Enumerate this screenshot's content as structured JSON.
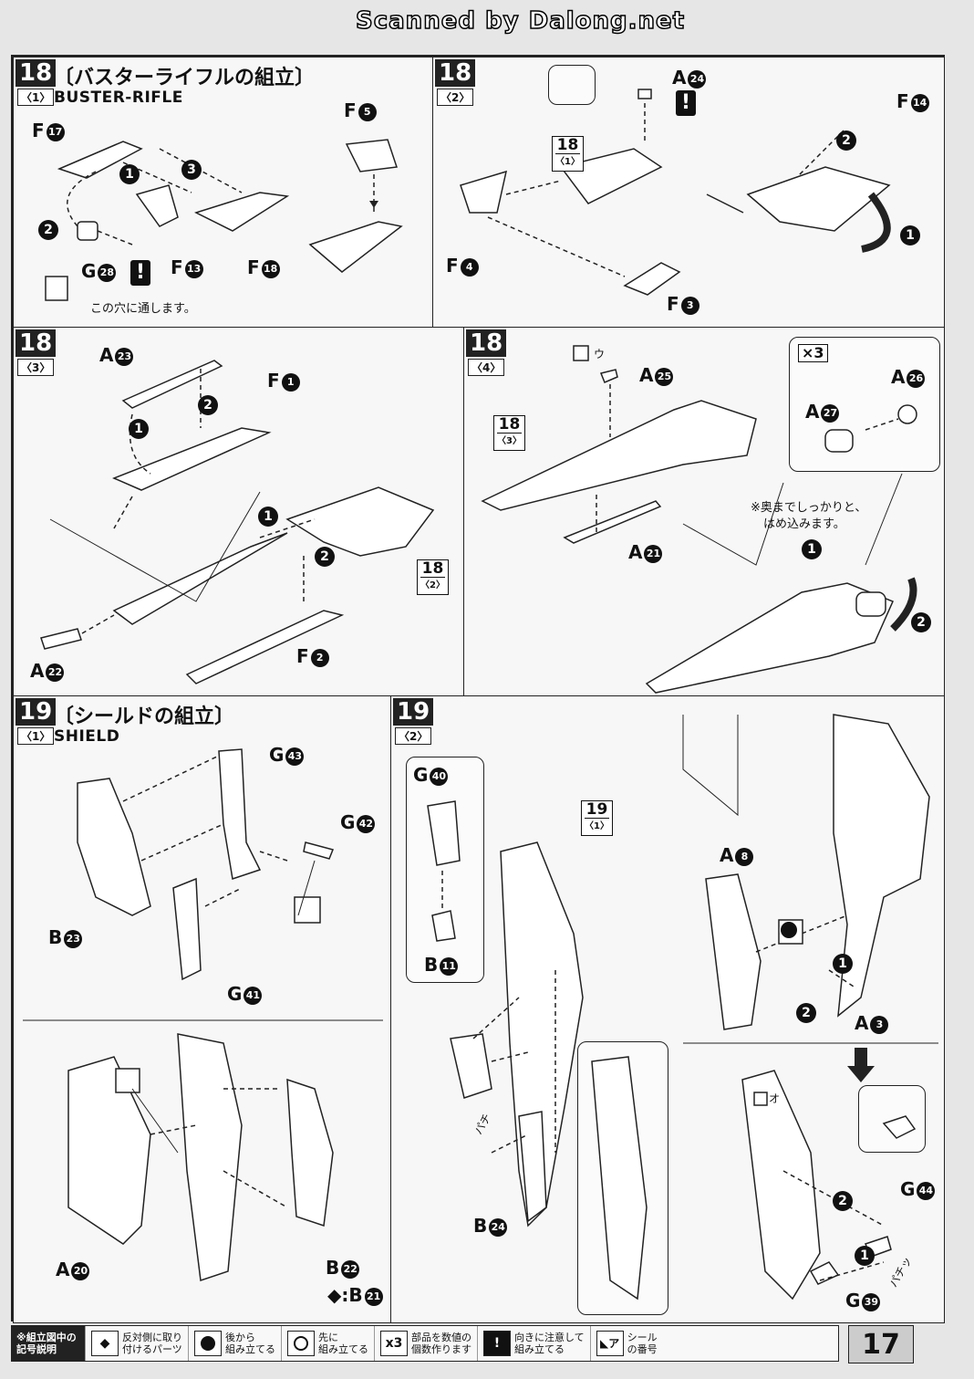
{
  "watermark": "Scanned by Dalong.net",
  "page_number": "17",
  "step18_1": {
    "step": "18",
    "sub": "〈1〉",
    "title_jp": "〔バスターライフルの組立〕",
    "title_en": "BUSTER-RIFLE",
    "labels": [
      {
        "part": "F",
        "num": "17"
      },
      {
        "part": "F",
        "num": "5"
      },
      {
        "part": "G",
        "num": "28"
      },
      {
        "part": "F",
        "num": "13"
      },
      {
        "part": "F",
        "num": "18"
      }
    ],
    "note": "この穴に通します。"
  },
  "step18_2": {
    "step": "18",
    "sub": "〈2〉",
    "labels": [
      {
        "part": "A",
        "num": "24"
      },
      {
        "part": "F",
        "num": "14"
      },
      {
        "part": "F",
        "num": "4"
      },
      {
        "part": "F",
        "num": "3"
      }
    ],
    "ref": {
      "step": "18",
      "sub": "〈1〉"
    }
  },
  "step18_3": {
    "step": "18",
    "sub": "〈3〉",
    "labels": [
      {
        "part": "A",
        "num": "23"
      },
      {
        "part": "F",
        "num": "1"
      },
      {
        "part": "A",
        "num": "22"
      },
      {
        "part": "F",
        "num": "2"
      }
    ],
    "ref": {
      "step": "18",
      "sub": "〈2〉"
    }
  },
  "step18_4": {
    "step": "18",
    "sub": "〈4〉",
    "labels": [
      {
        "part": "A",
        "num": "25"
      },
      {
        "part": "A",
        "num": "21"
      },
      {
        "part": "A",
        "num": "26"
      },
      {
        "part": "A",
        "num": "27"
      }
    ],
    "sticker": "ウ",
    "multiplier": "×3",
    "note_line1": "※奥までしっかりと、",
    "note_line2": "はめ込みます。",
    "ref": {
      "step": "18",
      "sub": "〈3〉"
    }
  },
  "step19_1": {
    "step": "19",
    "sub": "〈1〉",
    "title_jp": "〔シールドの組立〕",
    "title_en": "SHIELD",
    "labels": [
      {
        "part": "G",
        "num": "43"
      },
      {
        "part": "G",
        "num": "42"
      },
      {
        "part": "B",
        "num": "23"
      },
      {
        "part": "G",
        "num": "41"
      },
      {
        "part": "A",
        "num": "20"
      },
      {
        "part": "B",
        "num": "22"
      },
      {
        "part": "B",
        "num": "21"
      }
    ]
  },
  "step19_2": {
    "step": "19",
    "sub": "〈2〉",
    "labels": [
      {
        "part": "G",
        "num": "40"
      },
      {
        "part": "B",
        "num": "11"
      },
      {
        "part": "B",
        "num": "24"
      },
      {
        "part": "A",
        "num": "8"
      },
      {
        "part": "A",
        "num": "3"
      },
      {
        "part": "G",
        "num": "44"
      },
      {
        "part": "G",
        "num": "39"
      }
    ],
    "sticker": "オ",
    "sound1": "パチ",
    "sound2": "パチッ",
    "ref": {
      "step": "19",
      "sub": "〈1〉"
    }
  },
  "legend": {
    "head_line1": "※組立図中の",
    "head_line2": "記号説明",
    "items": [
      {
        "icon": "flip-icon",
        "line1": "反対側に取り",
        "line2": "付けるパーツ"
      },
      {
        "icon": "back-circle-icon",
        "line1": "後から",
        "line2": "組み立てる"
      },
      {
        "icon": "front-circle-icon",
        "line1": "先に",
        "line2": "組み立てる"
      },
      {
        "icon": "x3",
        "line1": "部品を数値の",
        "line2": "個数作ります"
      },
      {
        "icon": "exclamation-icon",
        "line1": "向きに注意して",
        "line2": "組み立てる"
      },
      {
        "icon": "sticker-icon",
        "sym": "ア",
        "line1": "シール",
        "line2": "の番号"
      }
    ]
  }
}
